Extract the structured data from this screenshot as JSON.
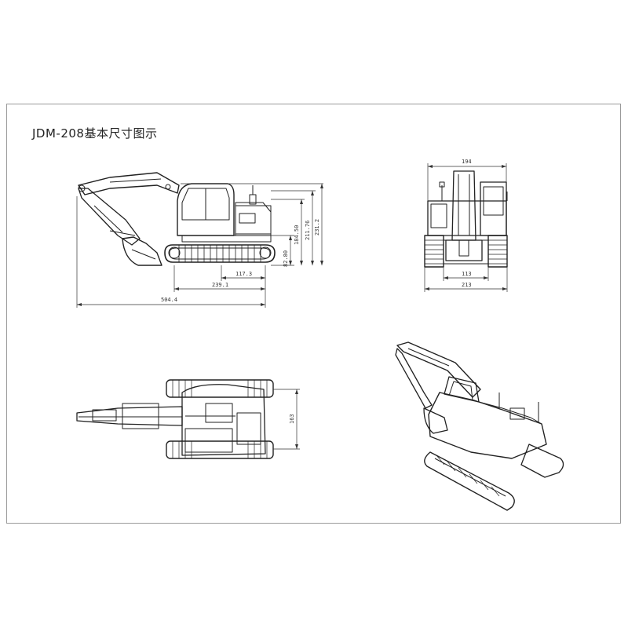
{
  "title": "JDM-208基本尺寸图示",
  "side_view": {
    "dim_overall_length": "504.4",
    "dim_track_length": "239.1",
    "dim_center_offset": "117.3",
    "dim_height_1": "82.80",
    "dim_height_2": "184.50",
    "dim_height_3": "211.76",
    "dim_height_4": "231.2"
  },
  "front_view": {
    "dim_top_width": "194",
    "dim_inner_width": "113",
    "dim_overall_width": "213"
  },
  "top_view": {
    "dim_width": "163"
  }
}
